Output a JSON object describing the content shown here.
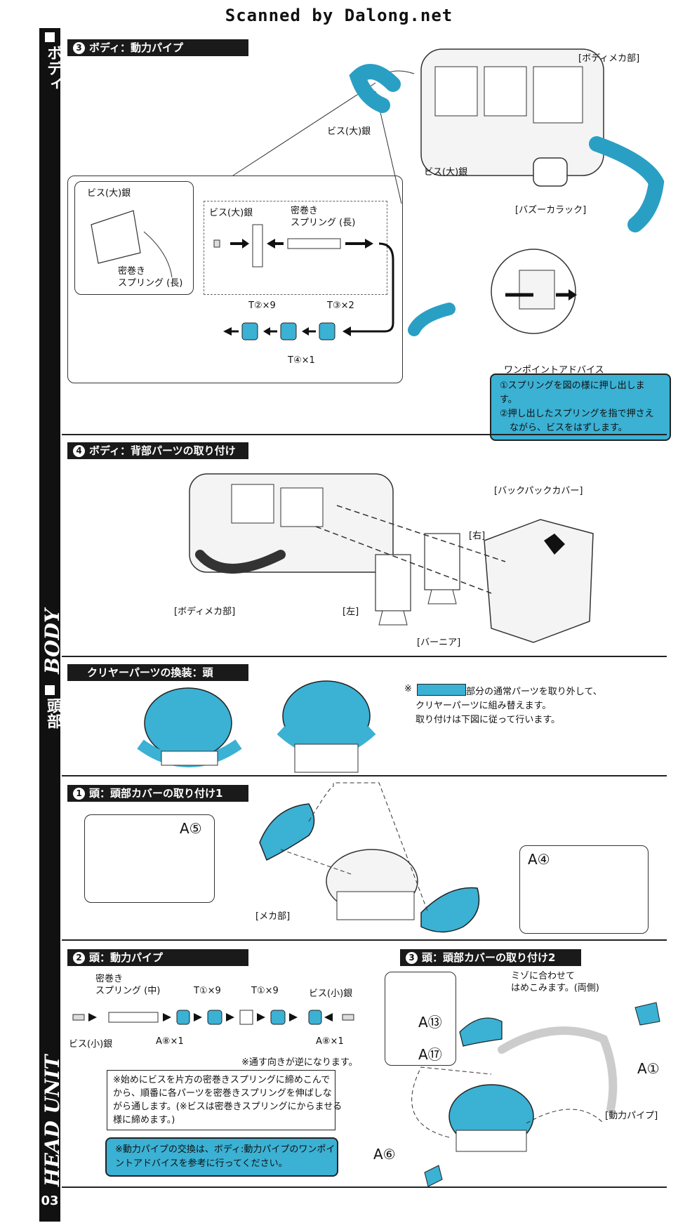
{
  "scanned": "Scanned by Dalong.net",
  "side": {
    "body_ja": "ボディ",
    "body_en": "BODY",
    "head_ja": "頭部",
    "head_en": "HEAD UNIT",
    "page_number": "03"
  },
  "section_pipe": {
    "number": "3",
    "title": "ボディ：動力パイプ",
    "labels": {
      "body_mecha": "[ボディメカ部]",
      "screw_large_1": "ビス(大)銀",
      "screw_large_2": "ビス(大)銀",
      "bazooka_rack": "[バズーカラック]",
      "detail_screw": "ビス(大)銀",
      "detail_spring": "密巻き\nスプリング (長)",
      "seq_screw": "ビス(大)銀",
      "seq_spring": "密巻き\nスプリング (長)",
      "t2": "T②×9",
      "t3": "T③×2",
      "t4": "T④×1"
    },
    "advice": {
      "title": "ワンポイントアドバイス",
      "line1": "①スプリングを図の様に押し出します。",
      "line2": "②押し出したスプリングを指で押さえ",
      "line3": "ながら、ビスをはずします。"
    }
  },
  "section_back": {
    "number": "4",
    "title": "ボディ：背部パーツの取り付け",
    "labels": {
      "backpack_cover": "[バックパックカバー]",
      "right": "[右]",
      "left": "[左]",
      "body_mecha": "[ボディメカ部]",
      "vernier": "[バーニア]"
    }
  },
  "section_clear": {
    "title": "クリヤーパーツの換装：頭",
    "note_mark": "※",
    "note_line1": "部分の通常パーツを取り外して、",
    "note_line2": "クリヤーパーツに組み替えます。",
    "note_line3": "取り付けは下図に従って行います。"
  },
  "section_head1": {
    "number": "1",
    "title": "頭：頭部カバーの取り付け1",
    "a5": "A⑤",
    "a4": "A④",
    "mecha": "[メカ部]"
  },
  "section_head2": {
    "number": "2",
    "title": "頭：動力パイプ",
    "spring_mid": "密巻き\nスプリング (中)",
    "t1a": "T①×9",
    "t1b": "T①×9",
    "screw_small_r": "ビス(小)銀",
    "screw_small_l": "ビス(小)銀",
    "a8a": "A⑧×1",
    "a8b": "A⑧×1",
    "reverse": "※通す向きが逆になります。",
    "note": "※始めにビスを片方の密巻きスプリングに締めこんで\nから、順番に各パーツを密巻きスプリングを伸ばしな\nがら通します。(※ビスは密巻きスプリングにからませる\n様に締めます。)",
    "tip": "※動力パイプの交換は、ボディ:動力パイプのワンポイ\nントアドバイスを参考に行ってください。"
  },
  "section_head3": {
    "number": "3",
    "title": "頭：頭部カバーの取り付け2",
    "groove": "ミゾに合わせて\nはめこみます。(両側)",
    "a13": "A⑬",
    "a17": "A⑰",
    "a1": "A①",
    "a6": "A⑥",
    "power_pipe": "[動力パイプ]"
  },
  "colors": {
    "accent": "#3bb1d4",
    "ink": "#1a1a1a"
  }
}
